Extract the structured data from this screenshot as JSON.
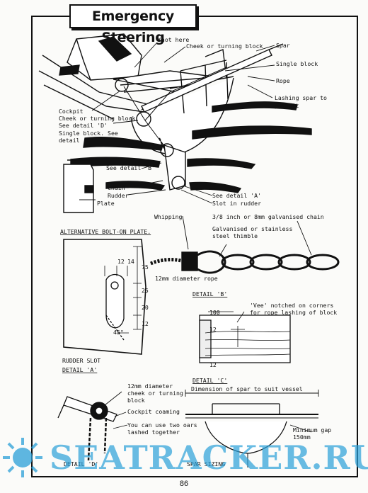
{
  "title": "Emergency Steering",
  "page_number": "86",
  "watermark": "SEATRACKER.RU",
  "main_labels": {
    "knot_here": "Knot here",
    "cheek_block_top": "Cheek or turning block",
    "spar": "Spar",
    "single_block": "Single block",
    "rope": "Rope",
    "lashing_1": "Lashing spar to",
    "lashing_2": "pushpit",
    "cockpit": "Cockpit",
    "cheek_detail_d_1": "Cheek or turning block",
    "cheek_detail_d_2": "See detail 'D'",
    "single_detail_c_1": "Single block. See",
    "single_detail_c_2": "detail 'C'",
    "see_detail_b": "See detail 'B'",
    "chain": "Chain",
    "rudder": "Rudder",
    "plate": "Plate",
    "see_detail_a": "See detail 'A'",
    "slot_in_rudder": "Slot in rudder"
  },
  "chain_detail": {
    "whipping": "Whipping",
    "chain_spec": "3/8 inch or 8mm galvanised chain",
    "thimble_1": "Galvanised or stainless",
    "thimble_2": "steel thimble",
    "rope_spec": "12mm diameter rope"
  },
  "plate_detail": {
    "heading": "ALTERNATIVE BOLT-ON PLATE.",
    "dim_12a": "12",
    "dim_14": "14",
    "dim_75": "75",
    "dim_25": "25",
    "dim_20": "20",
    "dim_12b": "12",
    "angle": "45°",
    "slot_label": "RUDDER SLOT",
    "detail_label": "DETAIL 'A'"
  },
  "detail_b": {
    "heading": "DETAIL 'B'",
    "notch_1": "'Vee' notched on corners",
    "notch_2": "for rope lashing of block",
    "dim_100": "100",
    "dim_12a": "12",
    "dim_12b": "12"
  },
  "detail_d": {
    "cheek_1": "12mm diameter",
    "cheek_2": "cheek or turning",
    "cheek_3": "block",
    "coaming": "Cockpit coaming",
    "oars_1": "You can use two oars",
    "oars_2": "lashed together",
    "detail_label": "DETAIL 'D'"
  },
  "detail_c": {
    "detail_label": "DETAIL 'C'",
    "dimension": "Dimension of spar to suit vessel",
    "gap_1": "Minimum gap",
    "gap_2": "150mm",
    "spar_sizing": "SPAR SIZING"
  }
}
